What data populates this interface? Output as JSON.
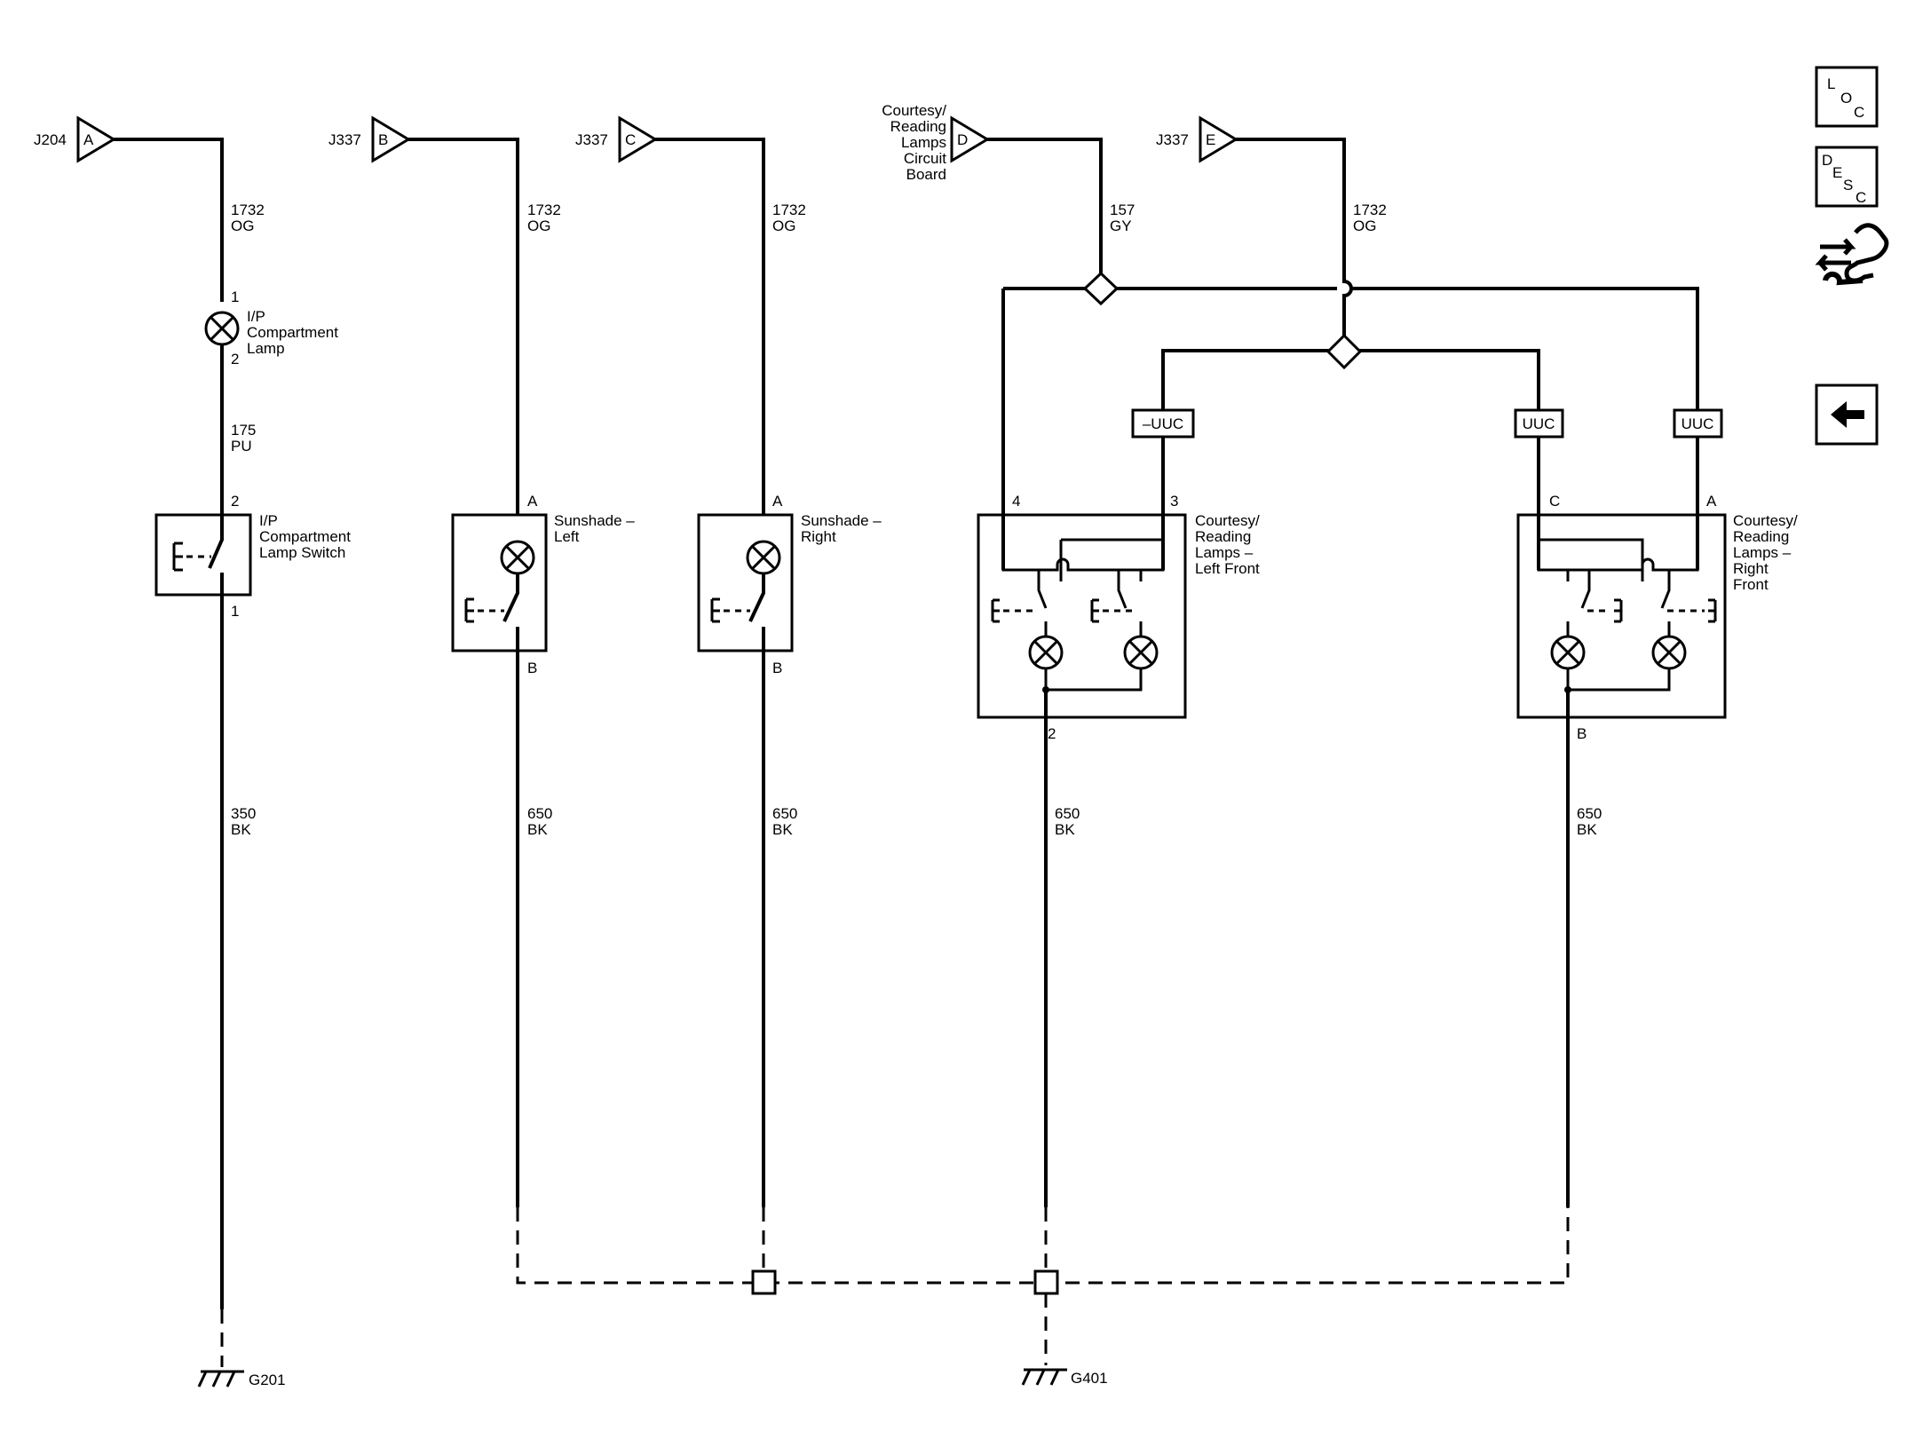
{
  "connectors": {
    "j204_a": {
      "name": "J204",
      "pin": "A"
    },
    "j337_b": {
      "name": "J337",
      "pin": "B"
    },
    "j337_c": {
      "name": "J337",
      "pin": "C"
    },
    "board_d": {
      "name_lines": [
        "Courtesy/",
        "Reading",
        "Lamps",
        "Circuit",
        "Board"
      ],
      "pin": "D"
    },
    "j337_e": {
      "name": "J337",
      "pin": "E"
    }
  },
  "wires": {
    "w1_top": [
      "1732",
      "OG"
    ],
    "w1_mid": [
      "175",
      "PU"
    ],
    "w1_bot": [
      "350",
      "BK"
    ],
    "w2_top": [
      "1732",
      "OG"
    ],
    "w2_bot": [
      "650",
      "BK"
    ],
    "w3_top": [
      "1732",
      "OG"
    ],
    "w3_bot": [
      "650",
      "BK"
    ],
    "w4_top": [
      "157",
      "GY"
    ],
    "w4_bot": [
      "650",
      "BK"
    ],
    "w5_top": [
      "1732",
      "OG"
    ],
    "w6_bot": [
      "650",
      "BK"
    ]
  },
  "components": {
    "ip_lamp": {
      "label_lines": [
        "I/P",
        "Compartment",
        "Lamp"
      ],
      "pin_top": "1",
      "pin_bottom": "2"
    },
    "ip_switch": {
      "label_lines": [
        "I/P",
        "Compartment",
        "Lamp Switch"
      ],
      "pin_top": "2",
      "pin_bottom": "1"
    },
    "sunshade_left": {
      "label_lines": [
        "Sunshade –",
        "Left"
      ],
      "pin_top": "A",
      "pin_bottom": "B"
    },
    "sunshade_right": {
      "label_lines": [
        "Sunshade –",
        "Right"
      ],
      "pin_top": "A",
      "pin_bottom": "B"
    },
    "lamps_left_front": {
      "label_lines": [
        "Courtesy/",
        "Reading",
        "Lamps –",
        "Left Front"
      ],
      "pin_a": "4",
      "pin_b": "3",
      "pin_bottom": "2"
    },
    "lamps_right_front": {
      "label_lines": [
        "Courtesy/",
        "Reading",
        "Lamps –",
        "Right",
        "Front"
      ],
      "pin_a": "C",
      "pin_b": "A",
      "pin_bottom": "B"
    }
  },
  "options": {
    "not_uuc": "–UUC",
    "uuc_1": "UUC",
    "uuc_2": "UUC"
  },
  "grounds": {
    "g201": "G201",
    "g401": "G401"
  },
  "nav": {
    "loc": [
      "L",
      "O",
      "C"
    ],
    "desc": [
      "D",
      "E",
      "S",
      "C"
    ],
    "connector_view_icon": "connector-view-icon",
    "back_icon": "back-arrow-icon"
  }
}
